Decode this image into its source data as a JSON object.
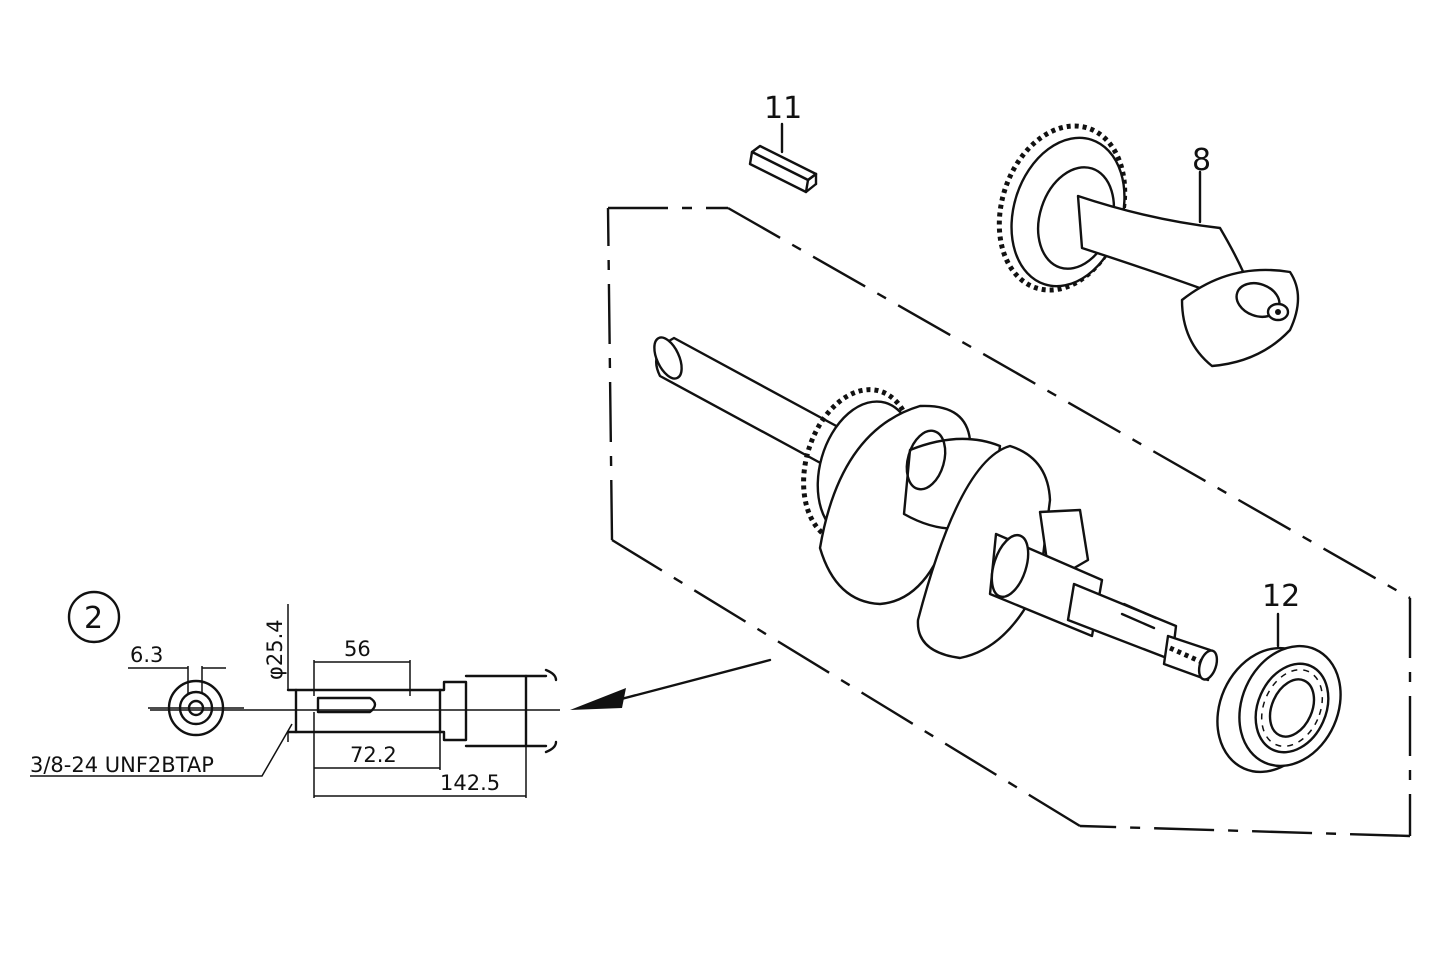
{
  "callouts": {
    "key": "11",
    "balancer_shaft": "8",
    "bearing": "12",
    "detail_ref": "2"
  },
  "dimensions": {
    "keyway_width": "6.3",
    "shaft_diameter": "φ25.4",
    "keyway_length": "56",
    "taper_length": "72.2",
    "overall_length": "142.5",
    "thread_tap": "3/8-24 UNF2BTAP"
  },
  "colors": {
    "ink": "#111111",
    "paper": "#ffffff"
  }
}
